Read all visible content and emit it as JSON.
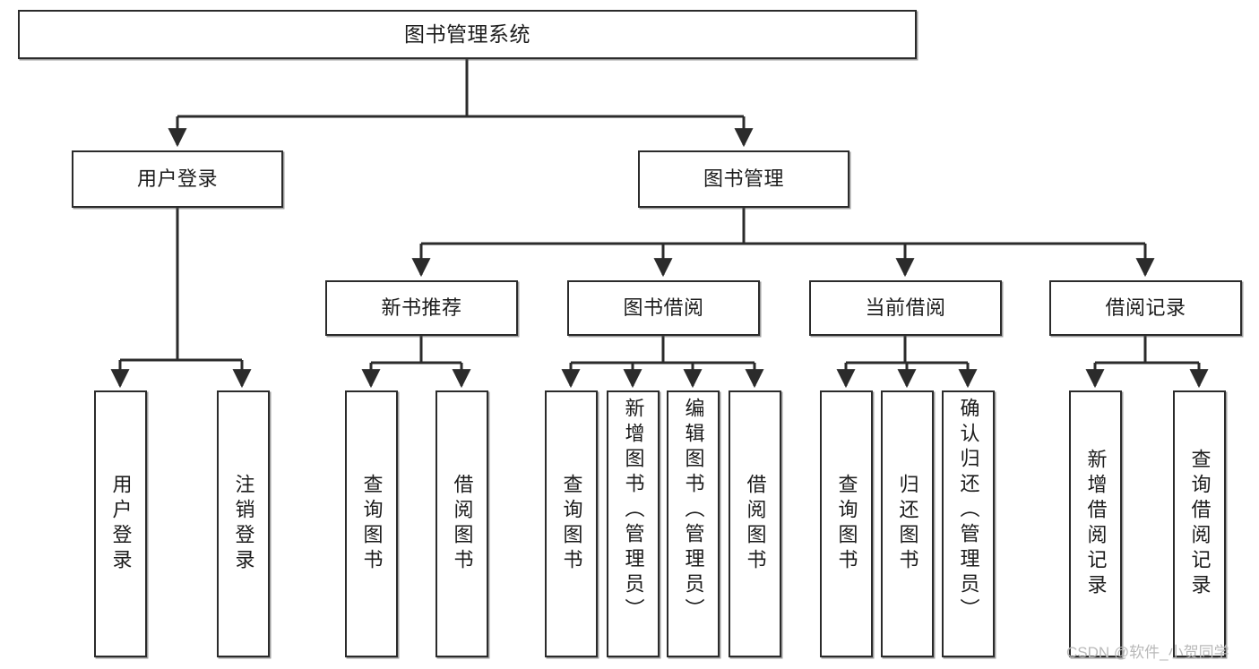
{
  "diagram": {
    "title": "图书管理系统",
    "type": "hierarchy-tree",
    "watermark": "CSDN @软件_小贺同学",
    "colors": {
      "box_border": "#2b2b2b",
      "box_fill": "#ffffff",
      "edge": "#2b2b2b",
      "text": "#1c1c1c",
      "watermark": "#b9b9b9",
      "background": "#ffffff"
    },
    "root": {
      "label": "图书管理系统"
    },
    "level2": [
      {
        "label": "用户登录"
      },
      {
        "label": "图书管理"
      }
    ],
    "level3": [
      {
        "label": "新书推荐"
      },
      {
        "label": "图书借阅"
      },
      {
        "label": "当前借阅"
      },
      {
        "label": "借阅记录"
      }
    ],
    "leaves": {
      "user_login": [
        {
          "label": "用户登录"
        },
        {
          "label": "注销登录"
        }
      ],
      "new_book_recommend": [
        {
          "label": "查询图书"
        },
        {
          "label": "借阅图书"
        }
      ],
      "book_borrow": [
        {
          "label": "查询图书"
        },
        {
          "label": "新增图书（管理员）"
        },
        {
          "label": "编辑图书（管理员）"
        },
        {
          "label": "借阅图书"
        }
      ],
      "current_borrow": [
        {
          "label": "查询图书"
        },
        {
          "label": "归还图书"
        },
        {
          "label": "确认归还（管理员）"
        }
      ],
      "borrow_record": [
        {
          "label": "新增借阅记录"
        },
        {
          "label": "查询借阅记录"
        }
      ]
    }
  }
}
